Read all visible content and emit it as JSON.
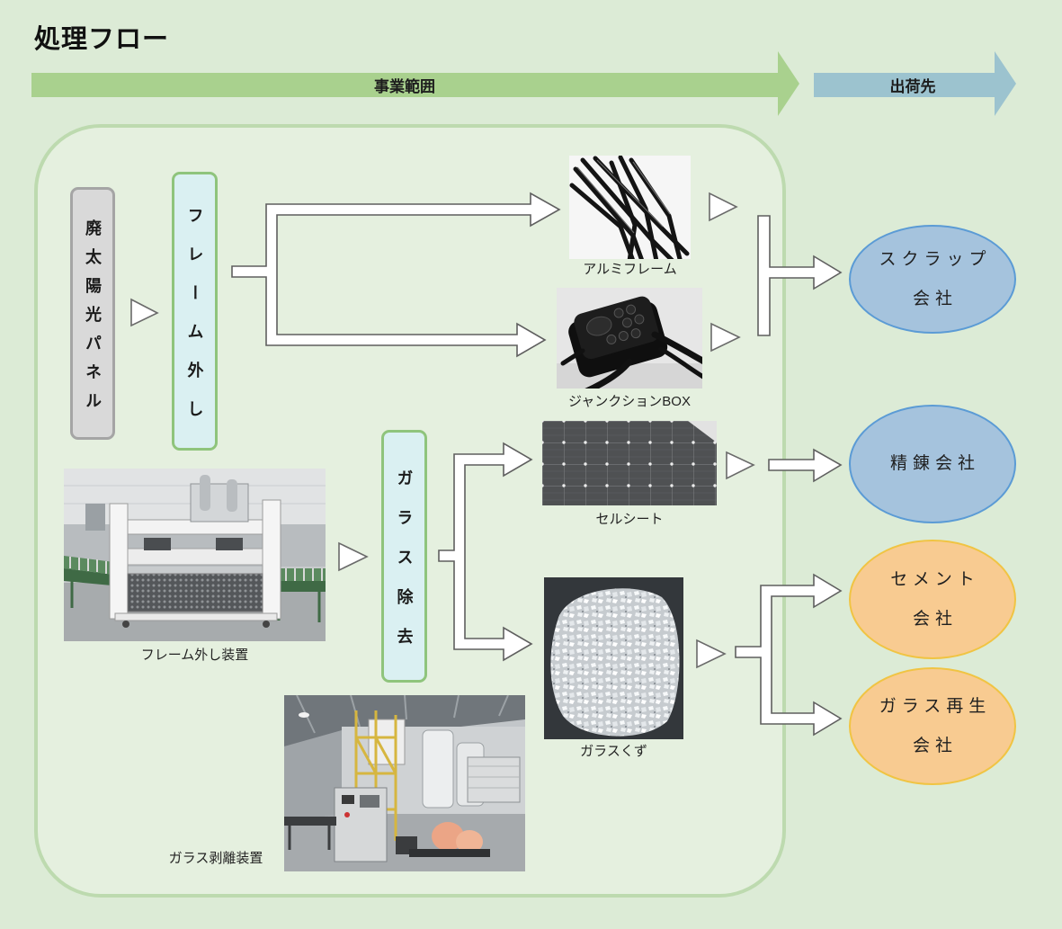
{
  "title": "処理フロー",
  "header": {
    "scope_label": "事業範囲",
    "destination_label": "出荷先"
  },
  "process": {
    "source": "廃太陽光パネル",
    "frame_removal": "フレーム外し",
    "glass_removal": "ガラス除去"
  },
  "products": {
    "aluminum_frame": "アルミフレーム",
    "junction_box": "ジャンクションBOX",
    "cell_sheet": "セルシート",
    "glass_cullet": "ガラスくず"
  },
  "equipment": {
    "frame_removal_device": "フレーム外し装置",
    "glass_peeling_device": "ガラス剥離装置"
  },
  "destinations": {
    "scrap": {
      "lines": [
        "スクラップ",
        "会社"
      ]
    },
    "refining": {
      "lines": [
        "精錬会社"
      ]
    },
    "cement": {
      "lines": [
        "セメント",
        "会社"
      ]
    },
    "glass_recycling": {
      "lines": [
        "ガラス再生",
        "会社"
      ]
    }
  },
  "colors": {
    "background": "#dcebd6",
    "scope_band": "#a9d18e",
    "destination_band": "#9cc3cf",
    "source_box": "#d9d9d9",
    "process_box": "#daf0f2",
    "blue_node": "#a5c3dd",
    "orange_node": "#f8cb91"
  }
}
